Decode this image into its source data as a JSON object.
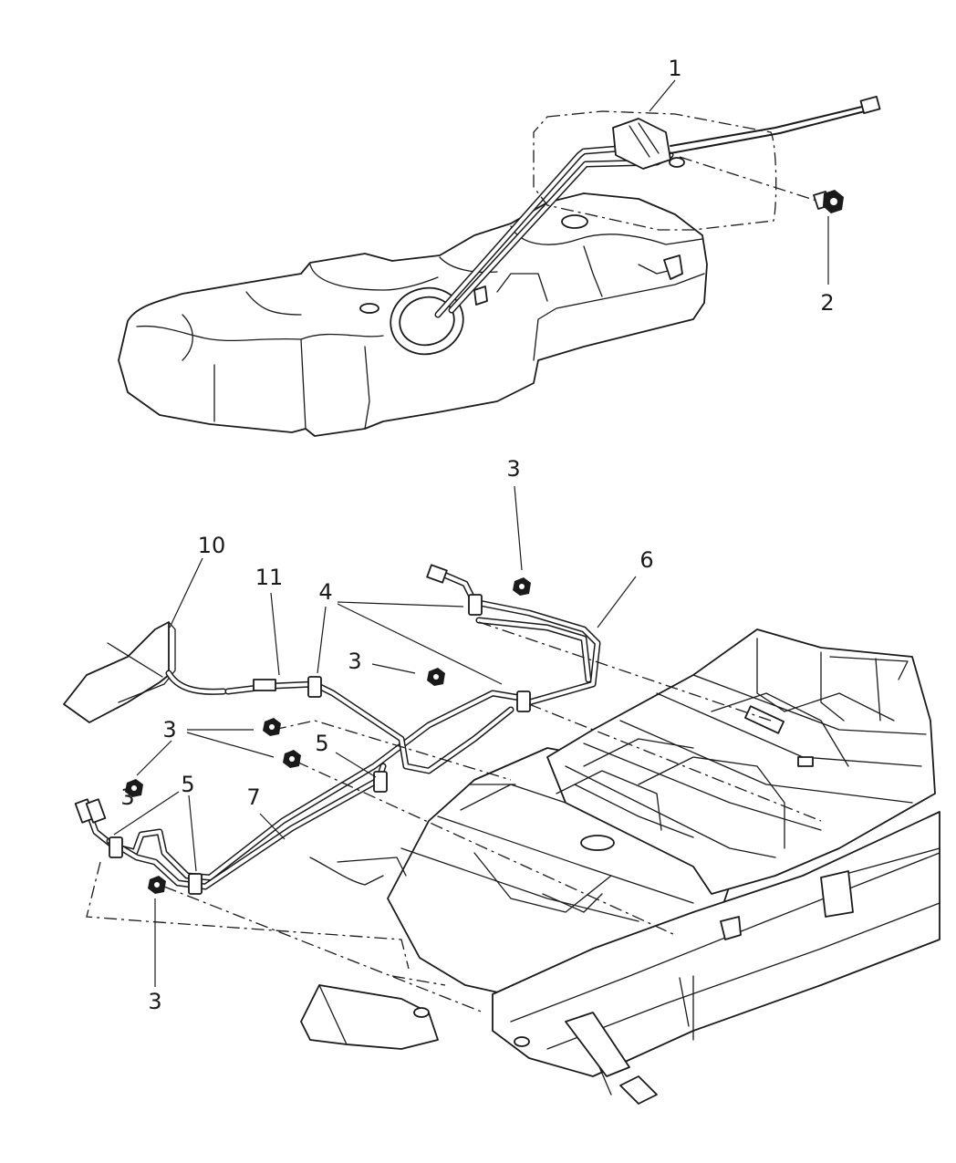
{
  "callouts": [
    {
      "id": "1",
      "text": "1"
    },
    {
      "id": "2",
      "text": "2"
    },
    {
      "id": "3a",
      "text": "3"
    },
    {
      "id": "3b",
      "text": "3"
    },
    {
      "id": "3c",
      "text": "3"
    },
    {
      "id": "3d",
      "text": "3"
    },
    {
      "id": "3e",
      "text": "3"
    },
    {
      "id": "4",
      "text": "4"
    },
    {
      "id": "5a",
      "text": "5"
    },
    {
      "id": "5b",
      "text": "5"
    },
    {
      "id": "6",
      "text": "6"
    },
    {
      "id": "7",
      "text": "7"
    },
    {
      "id": "10",
      "text": "10"
    },
    {
      "id": "11",
      "text": "11"
    }
  ]
}
